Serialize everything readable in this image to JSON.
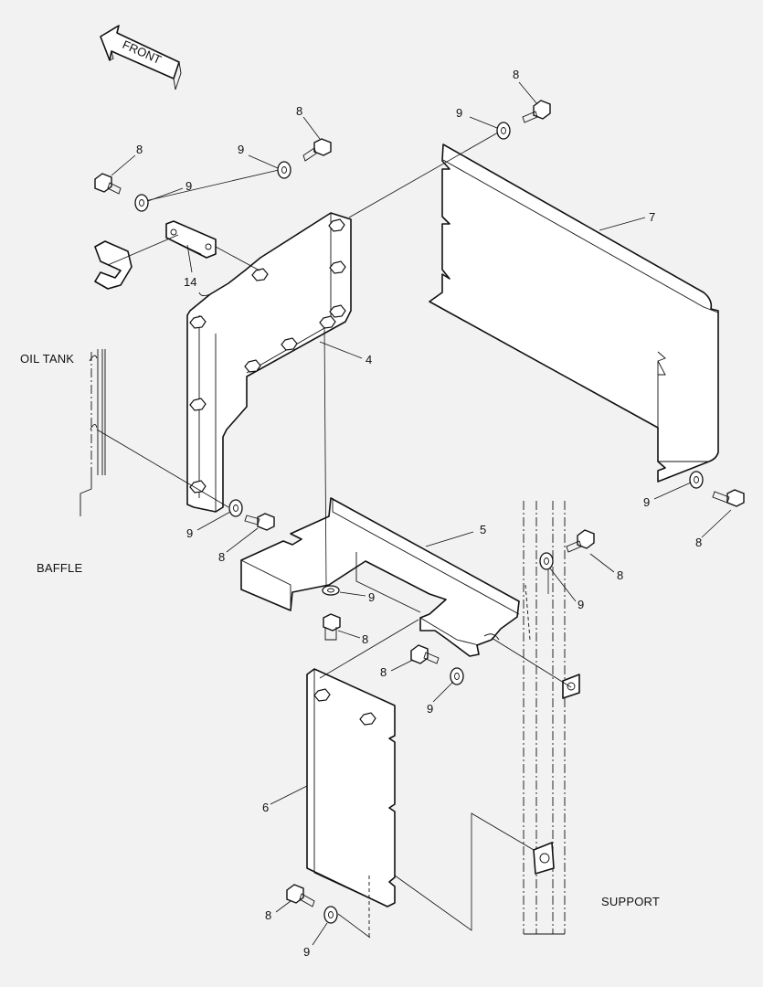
{
  "direction": {
    "label": "FRONT"
  },
  "notes": {
    "oil_tank": "OIL TANK",
    "baffle": "BAFFLE",
    "support": "SUPPORT"
  },
  "callouts": {
    "c4": "4",
    "c5": "5",
    "c6": "6",
    "c7": "7",
    "c14": "14",
    "bolt": "8",
    "washer": "9"
  }
}
